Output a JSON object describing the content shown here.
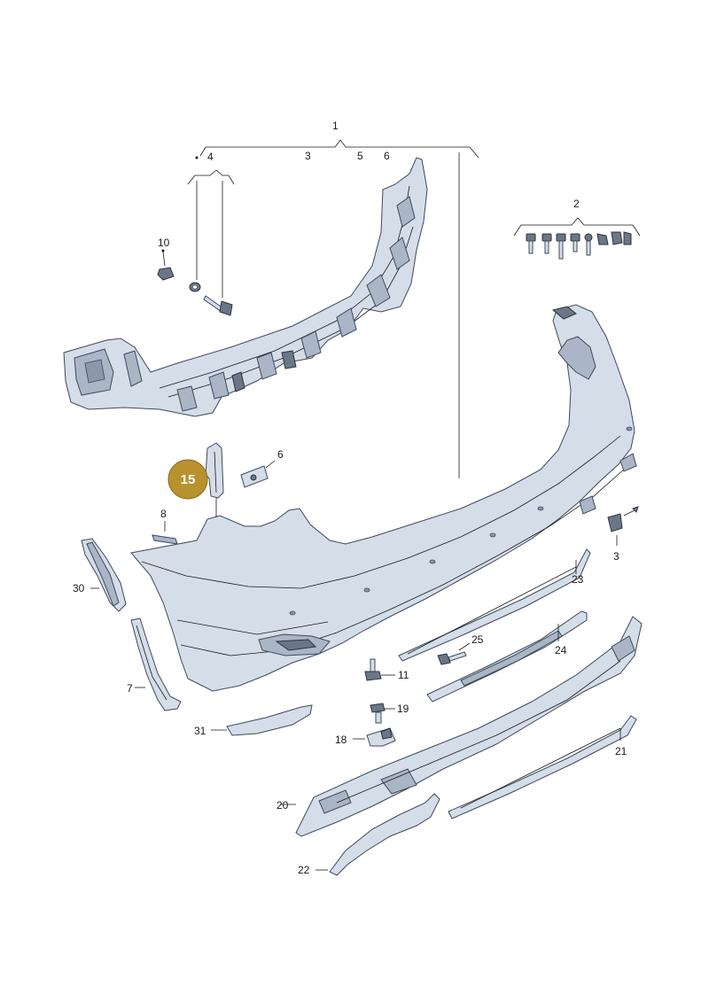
{
  "labels": {
    "p1": "1",
    "p2": "2",
    "p3a": "3",
    "p3b": "3",
    "p4": "4",
    "p5": "5",
    "p6a": "6",
    "p6b": "6",
    "p7": "7",
    "p8": "8",
    "p10": "10",
    "p11": "11",
    "p15": "15",
    "p18": "18",
    "p19": "19",
    "p20": "20",
    "p21": "21",
    "p22": "22",
    "p23": "23",
    "p24": "24",
    "p25": "25",
    "p30": "30",
    "p31": "31"
  },
  "colors": {
    "part_fill": "#d5dde9",
    "part_stroke": "#3e4a5c",
    "highlight_badge": "#b8922e"
  }
}
